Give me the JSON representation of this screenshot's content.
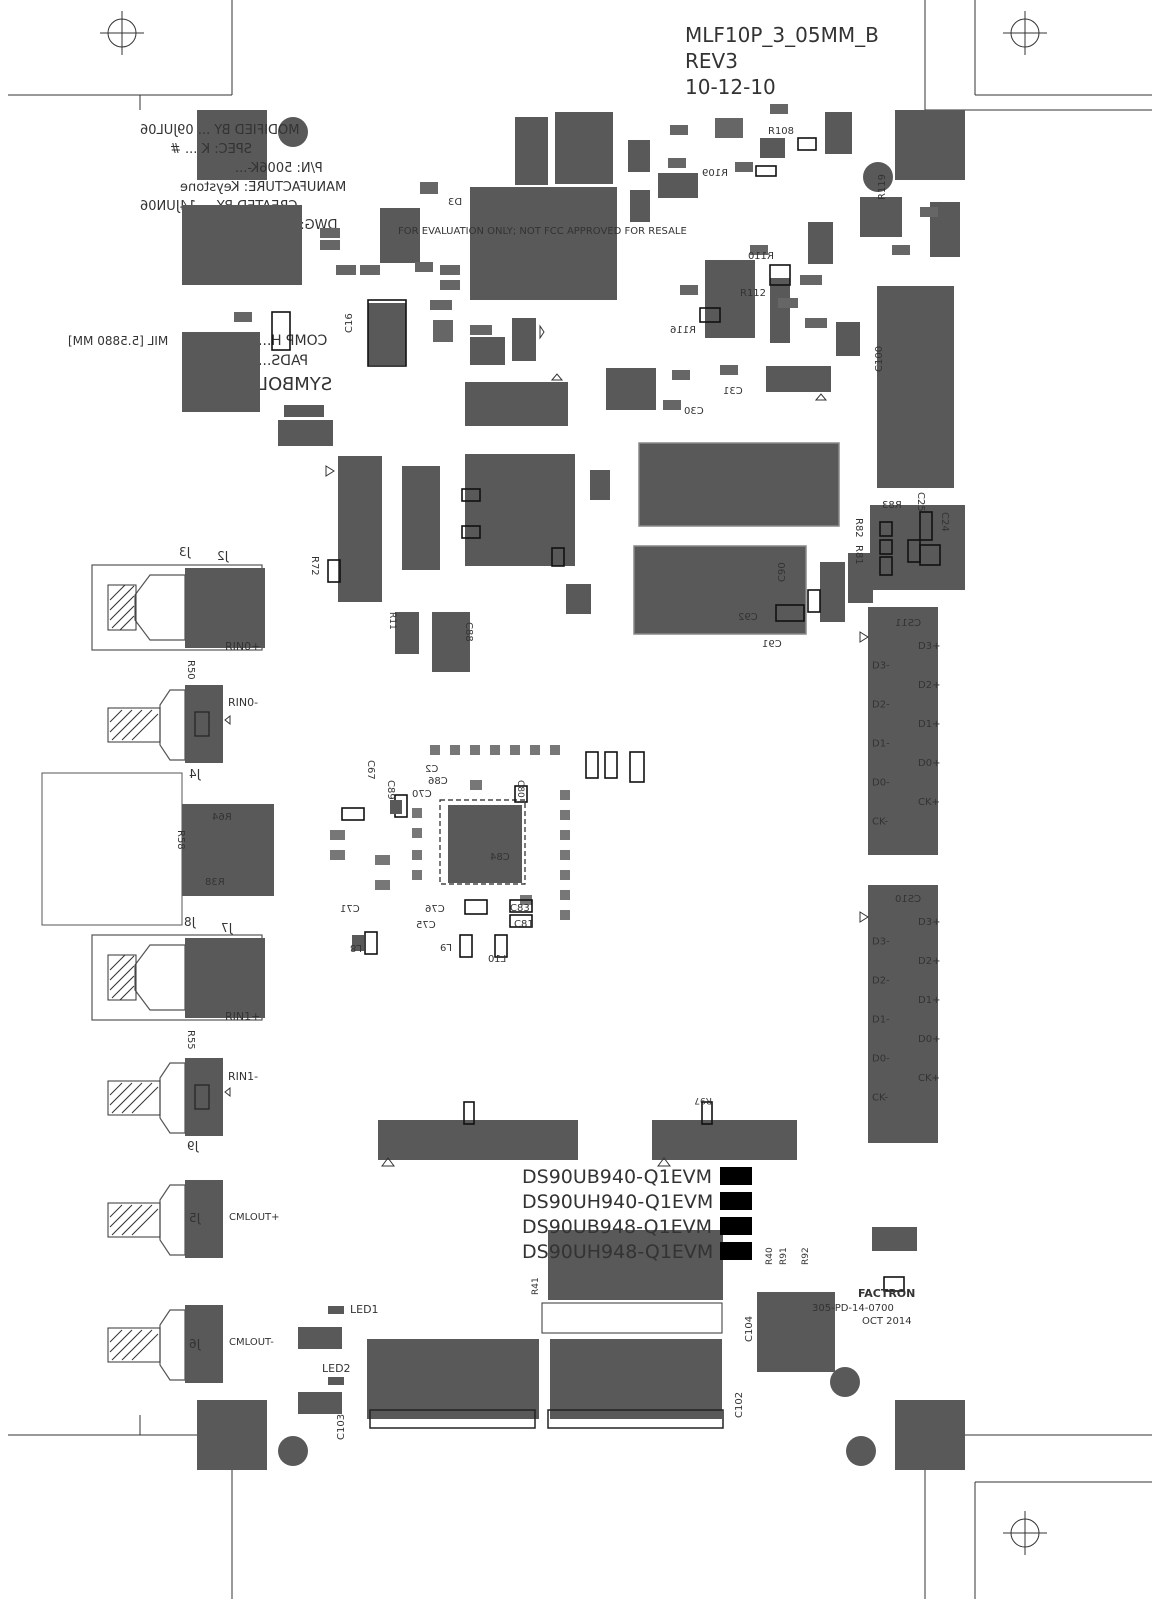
{
  "board": {
    "title": "MLF10P_3_05MM_B",
    "revision": "REV3",
    "date": "10-12-10",
    "eval_notice": "FOR EVALUATION ONLY; NOT FCC APPROVED FOR RESALE",
    "factron_logo": "FACTRON",
    "factron_code": "305-PD-14-0700",
    "factron_date": "OCT 2014"
  },
  "mirrored_notes": {
    "modified": "MODIFIED BY ... 09JUL06",
    "spec": "SPEC: K ... #",
    "pn": "P/N: 5006K-...",
    "manufacture": "MANUFACTURE: Keystone",
    "created": "CREATED BY ... 14JUN06",
    "dwg": "DWG: A...",
    "comp": "COMP H...",
    "pads": "PADS...",
    "symbol": "SYMBOL",
    "mil": "MIL [5.5880 MM]"
  },
  "part_numbers": [
    "DS90UB940-Q1EVM",
    "DS90UH940-Q1EVM",
    "DS90UB948-Q1EVM",
    "DS90UH948-Q1EVM"
  ],
  "connectors": {
    "J3": "J3",
    "J2": "J2",
    "RIN0P": "RIN0+",
    "RIN0N": "RIN0-",
    "R50": "R50",
    "J4": "J4",
    "J8": "J8",
    "J7": "J7",
    "RIN1P": "RIN1+",
    "R55": "R55",
    "RIN1N": "RIN1-",
    "J9": "J9",
    "J5": "J5",
    "CMLOUTP": "CMLOUT+",
    "J6": "J6",
    "CMLOUTN": "CMLOUT-"
  },
  "cs11": {
    "label": "CS11",
    "pins": [
      "D3+",
      "D3-",
      "D2+",
      "D2-",
      "D1+",
      "D1-",
      "D0+",
      "D0-",
      "CK+",
      "CK-"
    ]
  },
  "cs10": {
    "label": "CS10",
    "pins": [
      "D3+",
      "D3-",
      "D2+",
      "D2-",
      "D1+",
      "D1-",
      "D0+",
      "D0-",
      "CK+",
      "CK-"
    ]
  },
  "leds": {
    "led1": "LED1",
    "led2": "LED2"
  },
  "refdes": {
    "C100": "C100",
    "C25": "C25",
    "C24": "C24",
    "R83": "R83",
    "R82": "R82",
    "R81": "R81",
    "C90": "C90",
    "C92": "C92",
    "C91": "C91",
    "C86_top": "C86",
    "C30": "C30",
    "C31": "C31",
    "R108": "R108",
    "R109": "R109",
    "R112": "R112",
    "R116": "R116",
    "R110": "R110",
    "R119": "R119",
    "C16": "C16",
    "D3": "D3",
    "R72": "R72",
    "C88": "C88",
    "R11": "R11",
    "C2": "C2",
    "C67": "C67",
    "C89": "C89",
    "C86": "C86",
    "C70": "C70",
    "C80": "C80",
    "C84": "C84",
    "C71": "C71",
    "C76": "C76",
    "C75": "C75",
    "C83": "C83",
    "C81": "C81",
    "L10": "L10",
    "L9": "L9",
    "L8": "L8",
    "R64": "R64",
    "R38": "R38",
    "R58": "R58",
    "C104": "C104",
    "C102": "C102",
    "C103": "C103",
    "R41": "R41",
    "R40": "R40",
    "R91": "R91",
    "R92": "R92",
    "R97": "R97"
  },
  "colors": {
    "pad": "#595959",
    "silkscreen": "#333333",
    "background": "#ffffff"
  },
  "icons": {
    "fiducial": "crosshair-circle",
    "sma": "sma-connector",
    "triangle": "pin1-triangle"
  }
}
